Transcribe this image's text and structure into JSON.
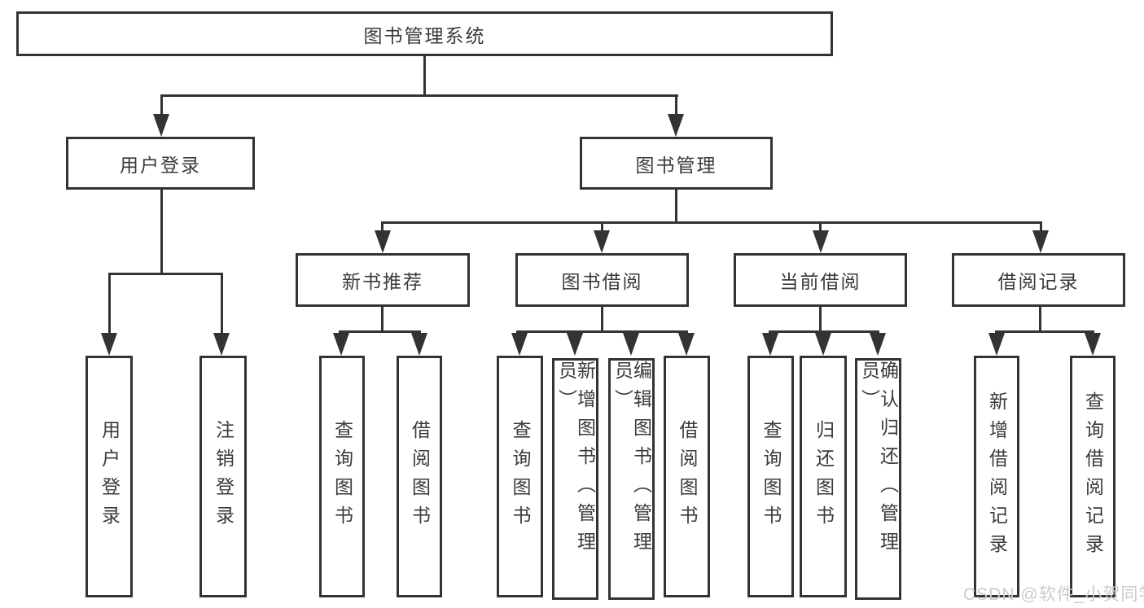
{
  "tree": {
    "label": "图书管理系统",
    "children": [
      {
        "label": "用户登录",
        "children": [
          {
            "label": "用户登录"
          },
          {
            "label": "注销登录"
          }
        ]
      },
      {
        "label": "图书管理",
        "children": [
          {
            "label": "新书推荐",
            "children": [
              {
                "label": "查询图书"
              },
              {
                "label": "借阅图书"
              }
            ]
          },
          {
            "label": "图书借阅",
            "children": [
              {
                "label": "查询图书"
              },
              {
                "label": "新增图书（管理员）"
              },
              {
                "label": "编辑图书（管理员）"
              },
              {
                "label": "借阅图书"
              }
            ]
          },
          {
            "label": "当前借阅",
            "children": [
              {
                "label": "查询图书"
              },
              {
                "label": "归还图书"
              },
              {
                "label": "确认归还（管理员）"
              }
            ]
          },
          {
            "label": "借阅记录",
            "children": [
              {
                "label": "新增借阅记录"
              },
              {
                "label": "查询借阅记录"
              }
            ]
          }
        ]
      }
    ]
  },
  "watermark": {
    "text": "CSDN @软件_小贺同学"
  },
  "colors": {
    "line": "#333333",
    "text": "#3a3a3a",
    "watermark": "#cbcbcb",
    "background": "#ffffff"
  }
}
